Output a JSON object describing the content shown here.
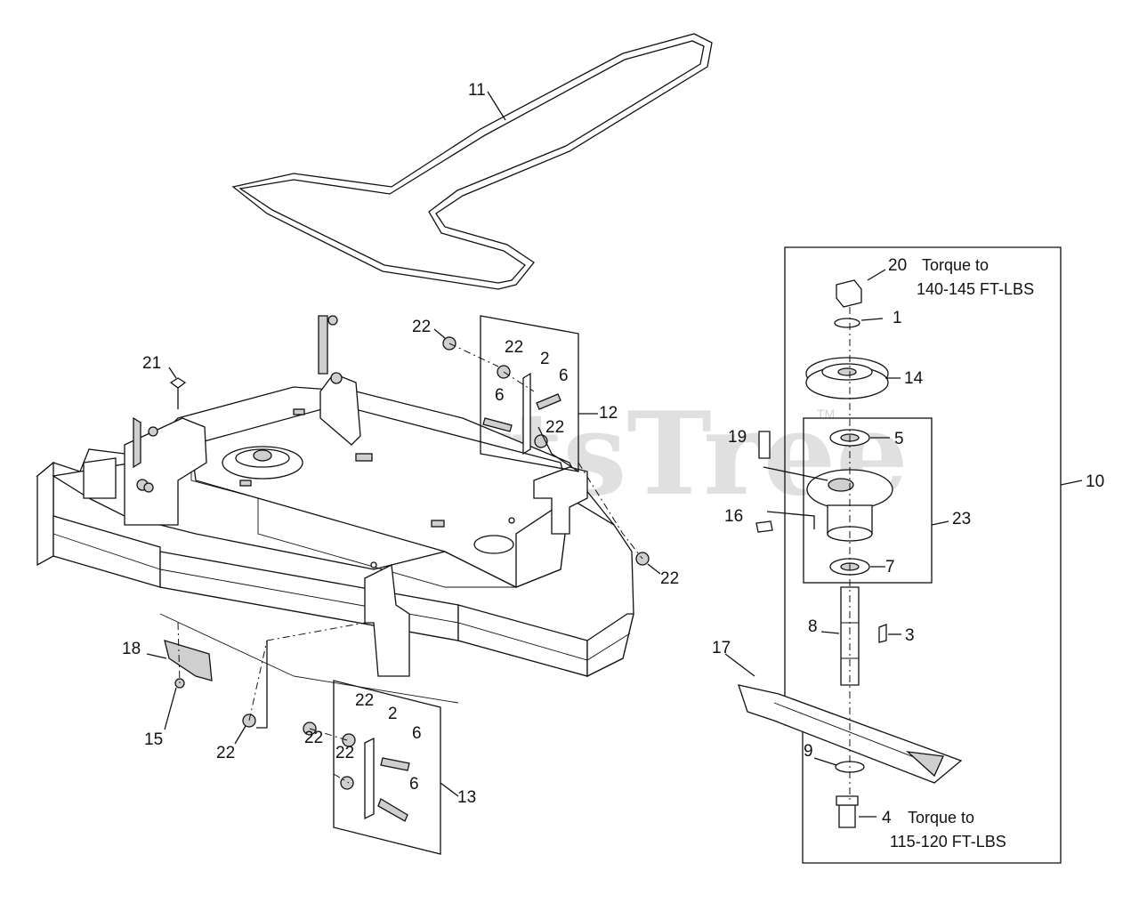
{
  "watermark": {
    "text": "PartsTree",
    "mark": "TM"
  },
  "callouts": {
    "c11": "11",
    "c21": "21",
    "c22a": "22",
    "c22b": "22",
    "c2a": "2",
    "c6a": "6",
    "c6b": "6",
    "c22c": "22",
    "c12": "12",
    "c22d": "22",
    "c18": "18",
    "c15": "15",
    "c22e": "22",
    "c22f": "22",
    "c22g": "22",
    "c2b": "2",
    "c6c": "6",
    "c22h": "22",
    "c6d": "6",
    "c13": "13",
    "c20": "20",
    "c1": "1",
    "c14": "14",
    "c19": "19",
    "c5": "5",
    "c10": "10",
    "c16": "16",
    "c23": "23",
    "c7": "7",
    "c8": "8",
    "c3": "3",
    "c17": "17",
    "c9": "9",
    "c4": "4"
  },
  "notes": {
    "torque_top_1": "Torque to",
    "torque_top_2": "140-145 FT-LBS",
    "torque_bottom_1": "Torque to",
    "torque_bottom_2": "115-120 FT-LBS"
  }
}
